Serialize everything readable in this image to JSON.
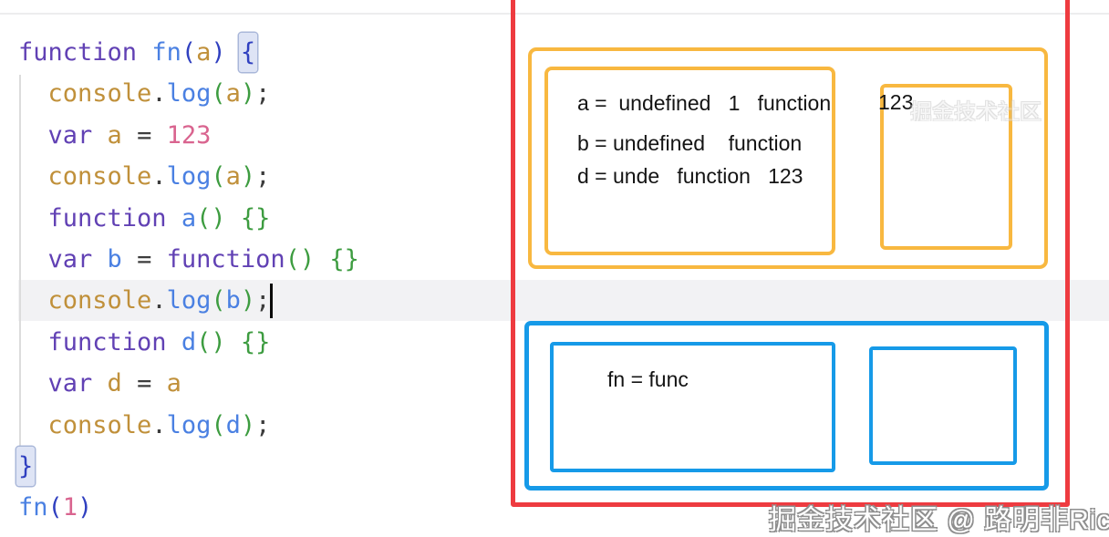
{
  "editor": {
    "lines": [
      {
        "tokens": [
          [
            "kw",
            "function "
          ],
          [
            "name",
            "fn"
          ],
          [
            "b1",
            "("
          ],
          [
            "gold",
            "a"
          ],
          [
            "b1",
            ")"
          ],
          [
            "plain",
            " "
          ],
          [
            "b1m",
            "{"
          ]
        ]
      },
      {
        "tokens": [
          [
            "plain",
            "  "
          ],
          [
            "gold",
            "console"
          ],
          [
            "op",
            "."
          ],
          [
            "name",
            "log"
          ],
          [
            "b2",
            "("
          ],
          [
            "gold",
            "a"
          ],
          [
            "b2",
            ")"
          ],
          [
            "op",
            ";"
          ]
        ]
      },
      {
        "tokens": [
          [
            "plain",
            "  "
          ],
          [
            "kw",
            "var "
          ],
          [
            "gold",
            "a"
          ],
          [
            "op",
            " = "
          ],
          [
            "num",
            "123"
          ]
        ]
      },
      {
        "tokens": [
          [
            "plain",
            "  "
          ],
          [
            "gold",
            "console"
          ],
          [
            "op",
            "."
          ],
          [
            "name",
            "log"
          ],
          [
            "b2",
            "("
          ],
          [
            "gold",
            "a"
          ],
          [
            "b2",
            ")"
          ],
          [
            "op",
            ";"
          ]
        ]
      },
      {
        "tokens": [
          [
            "plain",
            "  "
          ],
          [
            "kw",
            "function "
          ],
          [
            "name",
            "a"
          ],
          [
            "b2",
            "()"
          ],
          [
            "plain",
            " "
          ],
          [
            "b2",
            "{}"
          ]
        ]
      },
      {
        "tokens": [
          [
            "plain",
            "  "
          ],
          [
            "kw",
            "var "
          ],
          [
            "name",
            "b"
          ],
          [
            "op",
            " = "
          ],
          [
            "kw",
            "function"
          ],
          [
            "b2",
            "()"
          ],
          [
            "plain",
            " "
          ],
          [
            "b2",
            "{}"
          ]
        ]
      },
      {
        "tokens": [
          [
            "plain",
            "  "
          ],
          [
            "gold",
            "console"
          ],
          [
            "op",
            "."
          ],
          [
            "name",
            "log"
          ],
          [
            "b2",
            "("
          ],
          [
            "name",
            "b"
          ],
          [
            "b2",
            ")"
          ],
          [
            "op",
            ";"
          ]
        ],
        "current": true
      },
      {
        "tokens": [
          [
            "plain",
            "  "
          ],
          [
            "kw",
            "function "
          ],
          [
            "name",
            "d"
          ],
          [
            "b2",
            "()"
          ],
          [
            "plain",
            " "
          ],
          [
            "b2",
            "{}"
          ]
        ]
      },
      {
        "tokens": [
          [
            "plain",
            "  "
          ],
          [
            "kw",
            "var "
          ],
          [
            "gold",
            "d"
          ],
          [
            "op",
            " = "
          ],
          [
            "gold",
            "a"
          ]
        ]
      },
      {
        "tokens": [
          [
            "plain",
            "  "
          ],
          [
            "gold",
            "console"
          ],
          [
            "op",
            "."
          ],
          [
            "name",
            "log"
          ],
          [
            "b2",
            "("
          ],
          [
            "name",
            "d"
          ],
          [
            "b2",
            ")"
          ],
          [
            "op",
            ";"
          ]
        ]
      },
      {
        "tokens": [
          [
            "b1m",
            "}"
          ]
        ]
      },
      {
        "tokens": [
          [
            "name",
            "fn"
          ],
          [
            "b1",
            "("
          ],
          [
            "num",
            "1"
          ],
          [
            "b1",
            ")"
          ]
        ]
      }
    ]
  },
  "diagram": {
    "colors": {
      "red": "#ee3b40",
      "yellow": "#f8b840",
      "blue": "#169ae8"
    },
    "function_scope": {
      "lines": [
        "a =  undefined   1   function",
        "b = undefined    function",
        "d = unde   function   123"
      ],
      "heap_value": "123"
    },
    "global_scope": {
      "line": "fn = func"
    }
  },
  "watermark": {
    "text": "掘金技术社区 @ 路明非Ricardo"
  }
}
